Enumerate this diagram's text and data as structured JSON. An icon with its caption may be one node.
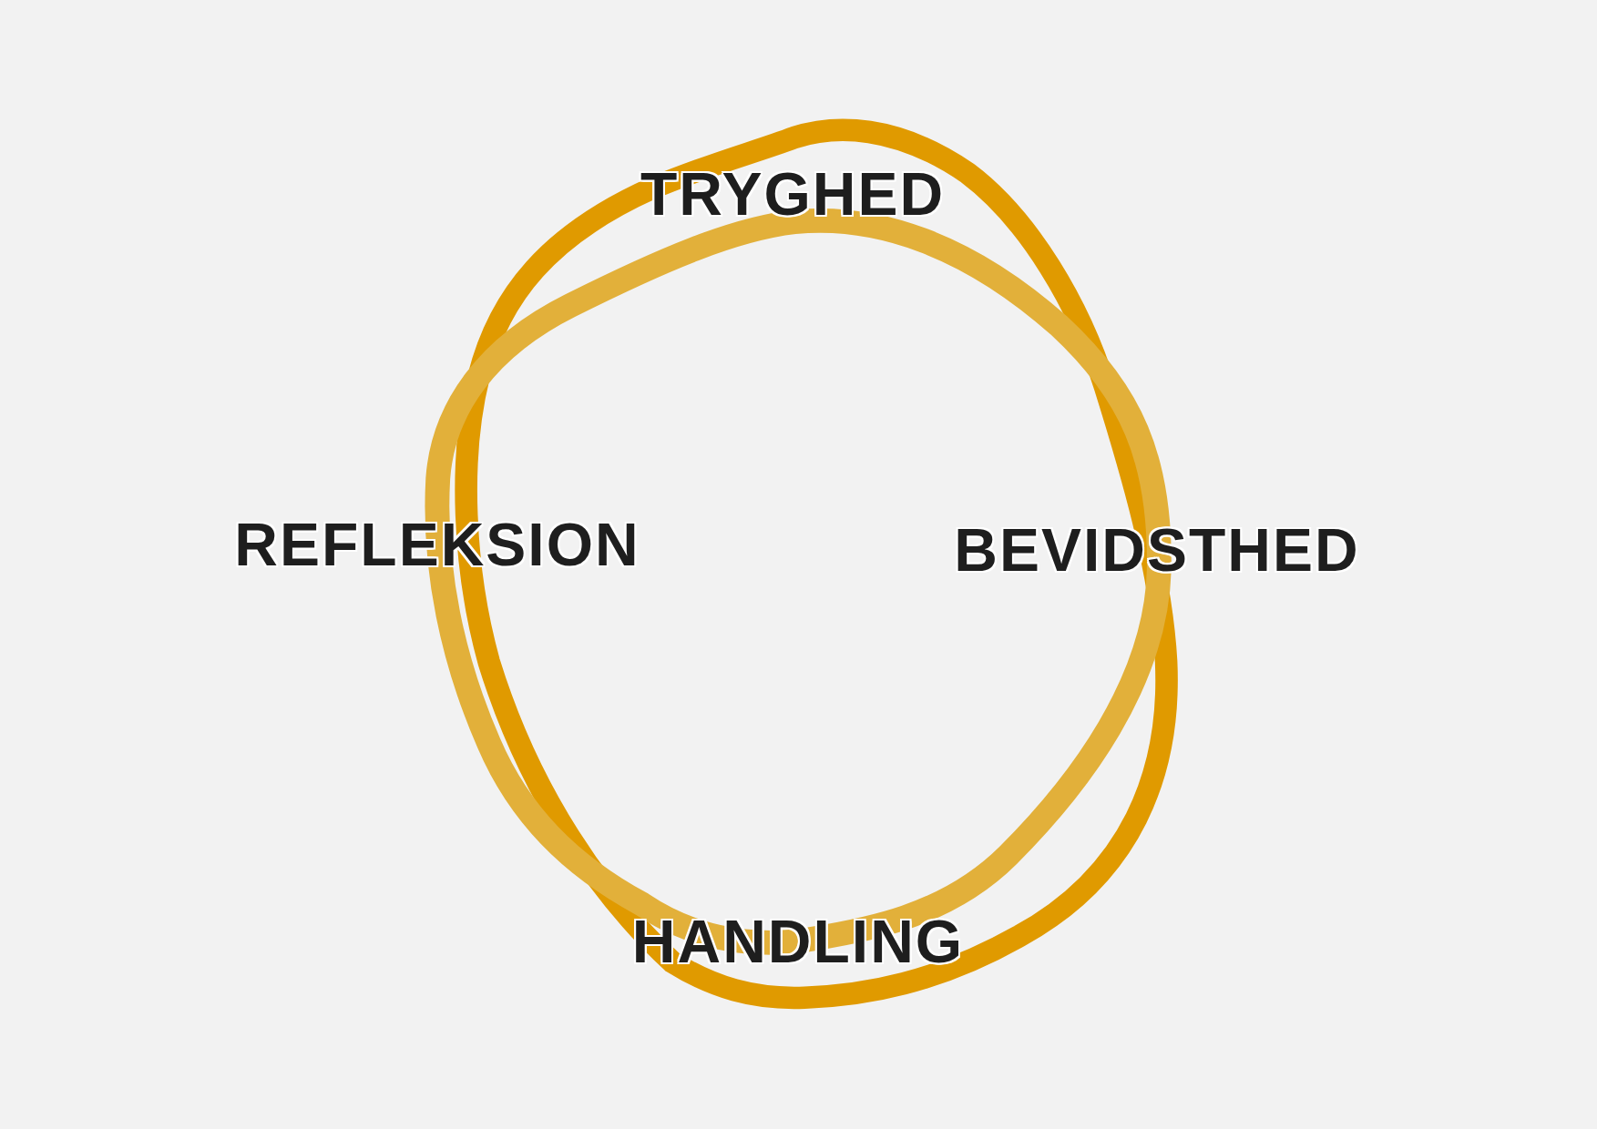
{
  "diagram": {
    "labels": [
      "TRYGHED",
      "REFLEKSION",
      "BEVIDSTHED",
      "HANDLING"
    ]
  }
}
